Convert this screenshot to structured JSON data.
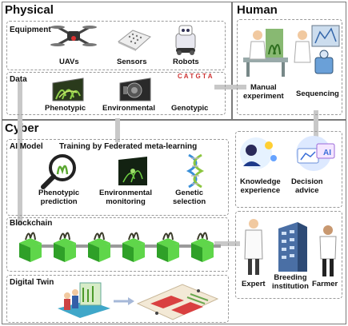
{
  "physical": {
    "title": "Physical",
    "equipment": {
      "label": "Equipment",
      "items": [
        "UAVs",
        "Sensors",
        "Robots"
      ]
    },
    "data": {
      "label": "Data",
      "items": [
        "Phenotypic",
        "Environmental",
        "Genotypic"
      ]
    }
  },
  "human": {
    "title": "Human",
    "items": [
      "Manual\nexperiment",
      "Sequencing"
    ]
  },
  "cyber": {
    "title": "Cyber",
    "ai_model": {
      "label": "AI Model",
      "training": "Training by Federated meta-learning",
      "items": [
        "Phenotypic\nprediction",
        "Environmental\nmonitoring",
        "Genetic\nselection"
      ],
      "outputs": [
        "Knowledge\nexperience",
        "Decision\nadvice"
      ]
    },
    "blockchain": {
      "label": "Blockchain",
      "block_count": 6
    },
    "digital_twin": {
      "label": "Digital Twin"
    }
  },
  "stakeholders": [
    "Expert",
    "Breeding\ninstitution",
    "Farmer"
  ],
  "colors": {
    "block_green": "#5fd64a",
    "block_dark": "#2fa028",
    "frame": "#7a7a7a",
    "dash": "#9a9a9a"
  }
}
